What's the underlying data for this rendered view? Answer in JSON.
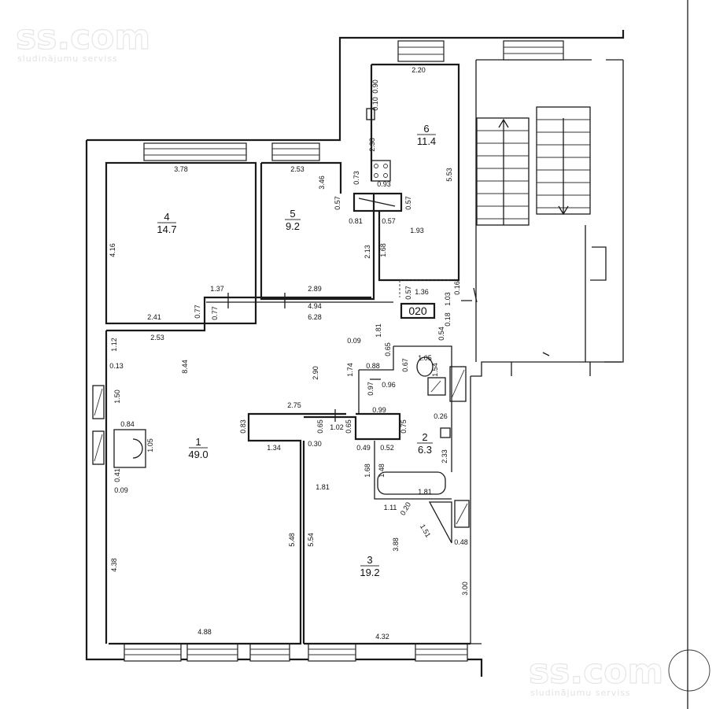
{
  "watermark": {
    "brand": "ss.com",
    "tagline": "sludinājumu serviss"
  },
  "rooms": [
    {
      "number": "1",
      "area": "49.0"
    },
    {
      "number": "2",
      "area": "6.3"
    },
    {
      "number": "3",
      "area": "19.2"
    },
    {
      "number": "4",
      "area": "14.7"
    },
    {
      "number": "5",
      "area": "9.2"
    },
    {
      "number": "6",
      "area": "11.4"
    }
  ],
  "corridor_tag": "020",
  "dimensions": {
    "d220": "2.20",
    "d090": "0.90",
    "d010": "0.10",
    "d238": "2.38",
    "d073": "0.73",
    "d093": "0.93",
    "d553": "5.53",
    "d057a": "0.57",
    "d057b": "0.57",
    "d081": "0.81",
    "d057c": "0.57",
    "d193": "1.93",
    "d168a": "1.68",
    "d213": "2.13",
    "d378": "3.78",
    "d253a": "2.53",
    "d346": "3.46",
    "d416": "4.16",
    "d137": "1.37",
    "d289": "2.89",
    "d077a": "0.77",
    "d077b": "0.77",
    "d241": "2.41",
    "d494": "4.94",
    "d628": "6.28",
    "d136": "1.36",
    "d057d": "0.57",
    "d016": "0.16",
    "d103": "1.03",
    "d018": "0.18",
    "d054": "0.54",
    "d253b": "2.53",
    "d112": "1.12",
    "d013": "0.13",
    "d844": "8.44",
    "d181a": "1.81",
    "d009a": "0.09",
    "d065a": "0.65",
    "d290": "2.90",
    "d088": "0.88",
    "d067": "0.67",
    "d105a": "1.05",
    "d154": "1.54",
    "d174": "1.74",
    "d097": "0.97",
    "d096": "0.96",
    "d150": "1.50",
    "d275": "2.75",
    "d099": "0.99",
    "d084": "0.84",
    "d083": "0.83",
    "d065b": "0.65",
    "d102": "1.02",
    "d065c": "0.65",
    "d075": "0.75",
    "d026": "0.26",
    "d105b": "1.05",
    "d134": "1.34",
    "d030": "0.30",
    "d049": "0.49",
    "d052": "0.52",
    "d233": "2.33",
    "d041": "0.41",
    "d009b": "0.09",
    "d168b": "1.68",
    "d148": "1.48",
    "d181b": "1.81",
    "d181c": "1.81",
    "d111": "1.11",
    "d020": "0.20",
    "d151": "1.51",
    "d548": "5.48",
    "d554": "5.54",
    "d388": "3.88",
    "d048": "0.48",
    "d438": "4.38",
    "d300": "3.00",
    "d488": "4.88",
    "d432": "4.32"
  }
}
